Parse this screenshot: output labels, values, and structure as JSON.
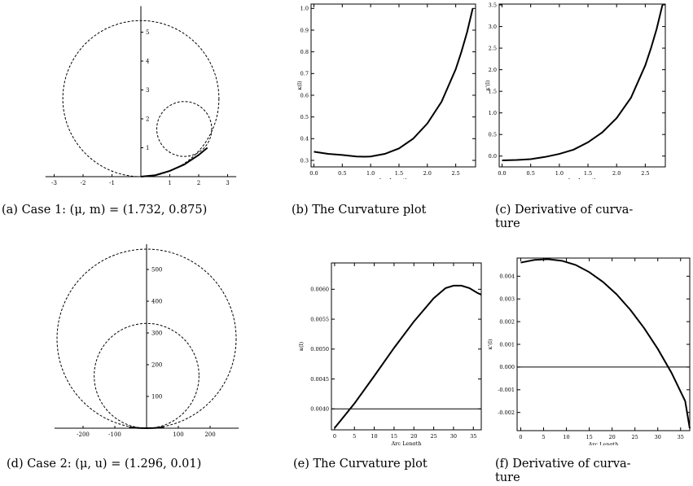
{
  "chart_data": [
    {
      "id": "a",
      "type": "line",
      "xlim": [
        -3.3,
        3.3
      ],
      "ylim": [
        0,
        5.9
      ],
      "xticks": [
        -3,
        -2,
        -1,
        0,
        1,
        2,
        3
      ],
      "yticks": [
        1,
        2,
        3,
        4,
        5
      ],
      "circles": [
        {
          "cx": 0,
          "cy": 2.7,
          "r": 2.7,
          "style": "dashed"
        },
        {
          "cx": 1.5,
          "cy": 1.65,
          "r": 0.95,
          "style": "dashed"
        }
      ],
      "series": [
        {
          "x": [
            0,
            0.5,
            1.0,
            1.5,
            2.0,
            2.3
          ],
          "y": [
            0,
            0.05,
            0.2,
            0.42,
            0.75,
            1.0
          ],
          "style": "solid"
        }
      ]
    },
    {
      "id": "b",
      "type": "line",
      "xlabel": "Arc Length",
      "ylabel": "κ(l)",
      "xlim": [
        -0.05,
        2.85
      ],
      "ylim": [
        0.27,
        1.02
      ],
      "xticks": [
        0.0,
        0.5,
        1.0,
        1.5,
        2.0,
        2.5
      ],
      "yticks": [
        0.3,
        0.4,
        0.5,
        0.6,
        0.7,
        0.8,
        0.9,
        1.0
      ],
      "series": [
        {
          "x": [
            0,
            0.25,
            0.5,
            0.75,
            0.9,
            1.0,
            1.25,
            1.5,
            1.75,
            2.0,
            2.25,
            2.5,
            2.6,
            2.7,
            2.8
          ],
          "y": [
            0.34,
            0.33,
            0.325,
            0.318,
            0.317,
            0.318,
            0.33,
            0.355,
            0.4,
            0.47,
            0.57,
            0.72,
            0.8,
            0.89,
            1.0
          ]
        }
      ]
    },
    {
      "id": "c",
      "type": "line",
      "xlabel": "Arc Length",
      "ylabel": "κ'(l)",
      "xlim": [
        -0.05,
        2.85
      ],
      "ylim": [
        -0.25,
        3.52
      ],
      "xticks": [
        0.0,
        0.5,
        1.0,
        1.5,
        2.0,
        2.5
      ],
      "yticks": [
        0.0,
        0.5,
        1.0,
        1.5,
        2.0,
        2.5,
        3.0,
        3.5
      ],
      "series": [
        {
          "x": [
            0,
            0.25,
            0.5,
            0.75,
            1.0,
            1.25,
            1.5,
            1.75,
            2.0,
            2.25,
            2.5,
            2.6,
            2.7,
            2.8
          ],
          "y": [
            -0.1,
            -0.09,
            -0.07,
            -0.02,
            0.05,
            0.15,
            0.32,
            0.55,
            0.88,
            1.35,
            2.1,
            2.5,
            2.95,
            3.5
          ]
        }
      ]
    },
    {
      "id": "d",
      "type": "line",
      "xlim": [
        -290,
        290
      ],
      "ylim": [
        0,
        580
      ],
      "xticks": [
        -200,
        -100,
        0,
        100,
        200
      ],
      "yticks": [
        100,
        200,
        300,
        400,
        500
      ],
      "circles": [
        {
          "cx": 0,
          "cy": 282,
          "r": 282,
          "style": "dashed"
        },
        {
          "cx": 0,
          "cy": 165,
          "r": 165,
          "style": "dashed"
        }
      ],
      "series": [
        {
          "x": [
            -55,
            -25,
            0,
            25,
            55
          ],
          "y": [
            3,
            0.6,
            0,
            0.6,
            3
          ],
          "style": "solid"
        }
      ]
    },
    {
      "id": "e",
      "type": "line",
      "xlabel": "Arc Length",
      "ylabel": "κ(l)",
      "xlim": [
        -0.8,
        37
      ],
      "ylim": [
        0.00365,
        0.00644
      ],
      "xticks": [
        0,
        5,
        10,
        15,
        20,
        25,
        30,
        35
      ],
      "yticks": [
        0.004,
        0.0045,
        0.005,
        0.0055,
        0.006
      ],
      "hline": 0.004,
      "series": [
        {
          "x": [
            0,
            5,
            10,
            15,
            20,
            25,
            28,
            30,
            32,
            34,
            36,
            37
          ],
          "y": [
            0.00368,
            0.00409,
            0.00455,
            0.00502,
            0.00546,
            0.00585,
            0.00602,
            0.00606,
            0.00606,
            0.00602,
            0.00594,
            0.00591
          ]
        }
      ]
    },
    {
      "id": "f",
      "type": "line",
      "xlabel": "Arc Length",
      "ylabel": "κ'(l)",
      "xlim": [
        -0.8,
        37
      ],
      "ylim": [
        -0.0028,
        0.0048
      ],
      "xticks": [
        0,
        5,
        10,
        15,
        20,
        25,
        30,
        35
      ],
      "yticks": [
        -0.002,
        -0.001,
        0.0,
        0.001,
        0.002,
        0.003,
        0.004
      ],
      "ytick_labels": [
        "-0.002",
        "-0.001",
        "0.000",
        "0.001",
        "0.002",
        "0.003",
        "0.004"
      ],
      "hline": 0,
      "series": [
        {
          "x": [
            0,
            3,
            6,
            9,
            12,
            15,
            18,
            21,
            24,
            27,
            30,
            33,
            36,
            37
          ],
          "y": [
            0.0046,
            0.00472,
            0.00475,
            0.00468,
            0.0045,
            0.00418,
            0.00375,
            0.0032,
            0.00252,
            0.00172,
            0.0008,
            -0.00025,
            -0.0015,
            -0.0027
          ]
        }
      ]
    }
  ],
  "captions": {
    "a": "(a)  Case 1: (μ, m) = (1.732, 0.875)",
    "b": "(b)  The Curvature plot",
    "c_l1": "(c)  Derivative  of  curva-",
    "c_l2": "ture",
    "d": "(d)  Case 2: (μ, u) = (1.296, 0.01)",
    "e": "(e)  The Curvature plot",
    "f_l1": "(f)  Derivative  of  curva-",
    "f_l2": "ture"
  }
}
